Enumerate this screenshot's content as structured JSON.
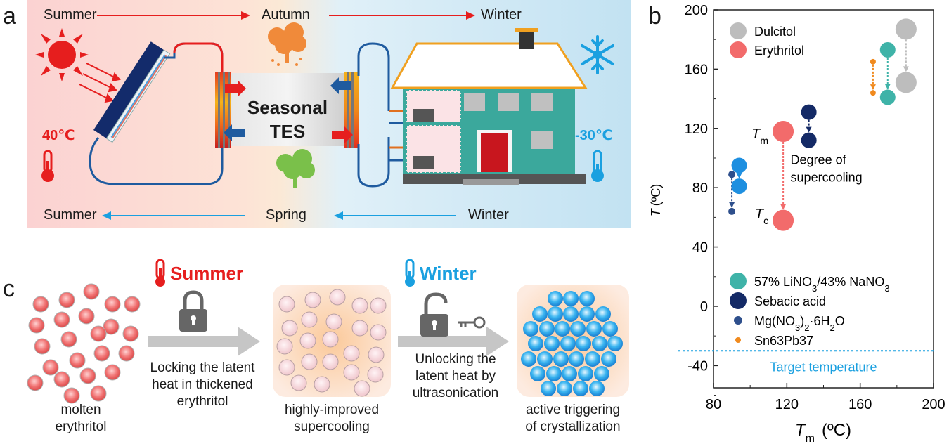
{
  "panel_a": {
    "letter": "a",
    "top_row": {
      "left": "Summer",
      "middle": "Autumn",
      "right": "Winter"
    },
    "bottom_row": {
      "left": "Summer",
      "middle": "Spring",
      "right": "Winter"
    },
    "hot_temp": "40℃",
    "cold_temp": "-30℃",
    "tes_line1": "Seasonal",
    "tes_line2": "TES",
    "colors": {
      "hot": "#e61e1e",
      "cold": "#1aa0e0",
      "tes": "#d9d9d9"
    },
    "icons": [
      "sun-icon",
      "autumn-tree-icon",
      "spring-tree-icon",
      "snowflake-icon",
      "thermometer-hot-icon",
      "thermometer-cold-icon",
      "solar-collector",
      "house"
    ]
  },
  "panel_b": {
    "letter": "b",
    "chart_data": {
      "type": "scatter",
      "xlabel_main": "T",
      "xlabel_sub": "m",
      "xlabel_unit": "(ºC)",
      "ylabel_main": "T",
      "ylabel_unit": "(ºC)",
      "xlim": [
        80,
        200
      ],
      "ylim": [
        -55,
        200
      ],
      "xticks": [
        80,
        120,
        160,
        200
      ],
      "yticks": [
        -40,
        0,
        40,
        80,
        120,
        160,
        200
      ],
      "grid": false,
      "legend_top": [
        {
          "name": "Dulcitol",
          "color": "#bdbdbd"
        },
        {
          "name": "Erythritol",
          "color": "#f26b6b"
        }
      ],
      "legend_bottom": [
        {
          "name_html": "57% LiNO<tspan baseline-shift='sub' font-size='13'>3</tspan>/43% NaNO<tspan baseline-shift='sub' font-size='13'>3</tspan>",
          "name": "57% LiNO3/43% NaNO3",
          "color": "#3fb3a8",
          "size": "large"
        },
        {
          "name": "Sebacic acid",
          "name_html": "Sebacic acid",
          "color": "#142a66",
          "size": "large"
        },
        {
          "name": "Mg(NO3)2·6H2O",
          "name_html": "Mg(NO<tspan baseline-shift='sub' font-size='13'>3</tspan>)<tspan baseline-shift='sub' font-size='13'>2</tspan>·6H<tspan baseline-shift='sub' font-size='13'>2</tspan>O",
          "color": "#2e4f8c",
          "size": "small"
        },
        {
          "name": "Sn63Pb37",
          "name_html": "Sn63Pb37",
          "color": "#f08a1e",
          "size": "tiny"
        }
      ],
      "pairs": [
        {
          "material": "Dulcitol",
          "x": 185,
          "tm": 187,
          "tc": 151,
          "color": "#bdbdbd",
          "r": 15
        },
        {
          "material": "57% LiNO3/43% NaNO3",
          "x": 175,
          "tm": 173,
          "tc": 141,
          "color": "#3fb3a8",
          "r": 11
        },
        {
          "material": "Sn63Pb37",
          "x": 167,
          "tm": 165,
          "tc": 144,
          "color": "#f08a1e",
          "r": 4
        },
        {
          "material": "Sebacic acid",
          "x": 132,
          "tm": 131,
          "tc": 112,
          "color": "#142a66",
          "r": 11
        },
        {
          "material": "Erythritol",
          "x": 118,
          "tm": 118,
          "tc": 58,
          "color": "#f26b6b",
          "r": 15
        },
        {
          "material": "Mg(NO3)2·6H2O",
          "x": 90,
          "tm": 89,
          "tc": 64,
          "color": "#2e4f8c",
          "r": 5
        },
        {
          "material": "unlabeled-blue",
          "x": 94,
          "tm": 95,
          "tc": 81,
          "color": "#1e8fe0",
          "r": 11
        }
      ],
      "annotations": {
        "tm_label_main": "T",
        "tm_label_sub": "m",
        "tc_label_main": "T",
        "tc_label_sub": "c",
        "supercooling_line1": "Degree of",
        "supercooling_line2": "supercooling",
        "target_label": "Target temperature",
        "target_value": -30
      }
    }
  },
  "panel_c": {
    "letter": "c",
    "summer_title": "Summer",
    "winter_title": "Winter",
    "molten_line1": "molten",
    "molten_line2": "erythritol",
    "locking_line1": "Locking the latent",
    "locking_line2": "heat in thickened",
    "locking_line3": "erythritol",
    "improved_line1": "highly-improved",
    "improved_line2": "supercooling",
    "unlocking_line1": "Unlocking the",
    "unlocking_line2": "latent heat by",
    "unlocking_line3": "ultrasonication",
    "active_line1": "active triggering",
    "active_line2": "of crystallization",
    "colors": {
      "summer": "#e61e1e",
      "winter": "#1aa0e0"
    }
  }
}
